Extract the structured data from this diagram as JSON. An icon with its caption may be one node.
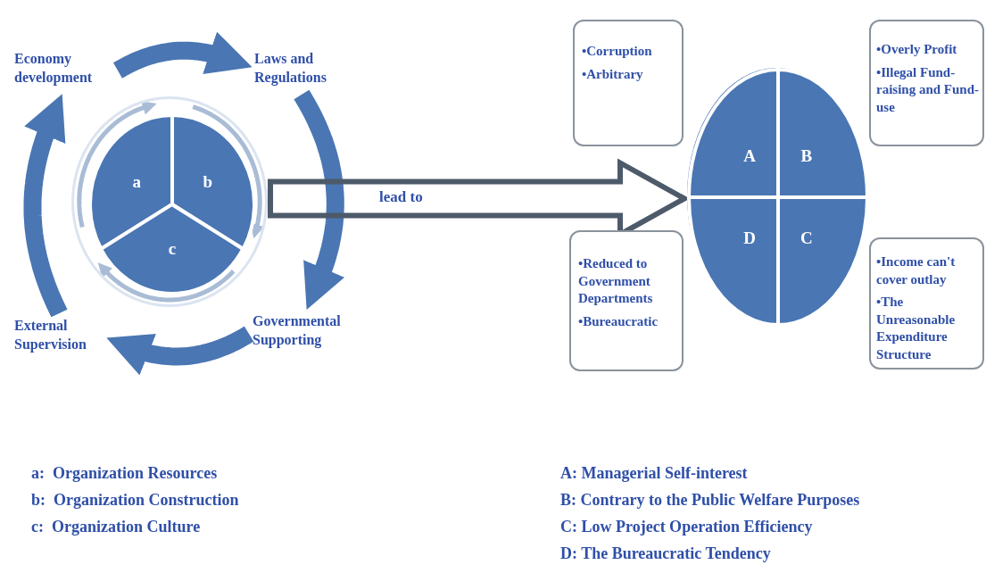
{
  "diagram": {
    "nodes": [
      {
        "text": [
          "Economy development"
        ]
      },
      {
        "text": [
          "Laws and Regulations"
        ]
      },
      {
        "text": [
          "Governmental Supporting"
        ]
      },
      {
        "text": [
          "External Supervision"
        ]
      },
      {
        "text": [],
        "shape": "circle"
      },
      {
        "text": [
          "a"
        ],
        "in": 4
      },
      {
        "text": [
          "b"
        ],
        "in": 4
      },
      {
        "text": [
          "c"
        ],
        "in": 4
      },
      {
        "text": [
          "•Corruption",
          "•Arbitrary"
        ]
      },
      {
        "text": [
          "•Overly Profit",
          "•Illegal Fund-raising and Fund-use"
        ]
      },
      {
        "text": [],
        "shape": "ellipse"
      },
      {
        "text": [
          "A"
        ],
        "in": 10
      },
      {
        "text": [
          "B"
        ],
        "in": 10
      },
      {
        "text": [
          "D"
        ],
        "in": 10
      },
      {
        "text": [
          "C"
        ],
        "in": 10
      },
      {
        "text": [
          "•Reduced to Government Departments",
          "•Bureaucratic"
        ]
      },
      {
        "text": [
          "•Income can't cover outlay",
          "•The Unreasonable Expenditure Structure"
        ]
      }
    ],
    "edges": [
      {
        "from": 0,
        "to": 1,
        "arrow": "to"
      },
      {
        "from": 1,
        "to": 2,
        "arrow": "to"
      },
      {
        "from": 2,
        "to": 3,
        "arrow": "to"
      },
      {
        "from": 3,
        "to": 0,
        "arrow": "to"
      },
      {
        "from": 5,
        "to": 6,
        "arrow": "to",
        "color": "#a9bcd6"
      },
      {
        "from": 6,
        "to": 7,
        "arrow": "to",
        "color": "#a9bcd6"
      },
      {
        "from": 7,
        "to": 5,
        "arrow": "to",
        "color": "#a9bcd6"
      },
      {
        "from": 4,
        "to": 10,
        "arrow": "to",
        "label": "lead to",
        "color": "#4d5a6a"
      }
    ],
    "labels": [
      "a:  Organization Resources",
      "b:  Organization Construction",
      "c:  Organization Culture",
      "A: Managerial Self-interest",
      "B: Contrary to the Public Welfare Purposes",
      "C: Low Project Operation Efficiency",
      "D: The Bureaucratic Tendency"
    ]
  }
}
